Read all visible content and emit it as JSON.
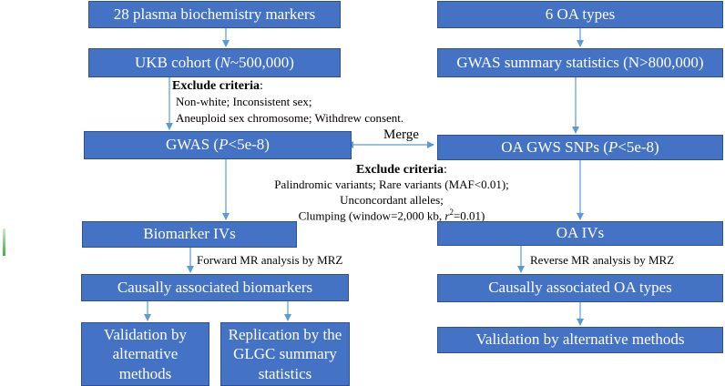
{
  "left": {
    "markers": "28 plasma biochemistry markers",
    "cohort": {
      "prefix": "UKB cohort (",
      "n": "N",
      "suffix": "~500,000)"
    },
    "exclude_title": "Exclude criteria",
    "exclude_colon": ":",
    "exclude_line1": "Non-white;  Inconsistent sex;",
    "exclude_line2": "Aneuploid sex chromosome; Withdrew consent.",
    "gwas": {
      "prefix": "GWAS (",
      "p": "P",
      "suffix": "<5e-8)"
    },
    "ivs": "Biomarker IVs",
    "forward_mr": "Forward MR analysis by MRZ",
    "causal": "Causally associated biomarkers",
    "validation": [
      "Validation by",
      "alternative",
      "methods"
    ],
    "replication": [
      "Replication by the",
      "GLGC summary",
      "statistics"
    ]
  },
  "right": {
    "oa_types": "6 OA types",
    "gwas_summary": "GWAS summary statistics (N>800,000)",
    "gws_snps": {
      "prefix": "OA GWS SNPs (",
      "p": "P",
      "suffix": "<5e-8)"
    },
    "ivs": "OA IVs",
    "reverse_mr": "Reverse MR analysis by MRZ",
    "causal": "Causally associated OA types",
    "validation": "Validation by alternative methods"
  },
  "merge": "Merge",
  "middle": {
    "exclude_title": "Exclude criteria",
    "exclude_colon": ":",
    "line1": "Palindromic variants; Rare variants (MAF<0.01);",
    "line2": "Unconcordant alleles;",
    "line3_prefix": "Clumping (window=2,000 kb, ",
    "line3_r": "r",
    "line3_sup": "2",
    "line3_suffix": "=0.01)"
  },
  "colors": {
    "box_fill": "#4472c4",
    "box_border": "#2f528f",
    "arrow": "#5b9bd5"
  }
}
